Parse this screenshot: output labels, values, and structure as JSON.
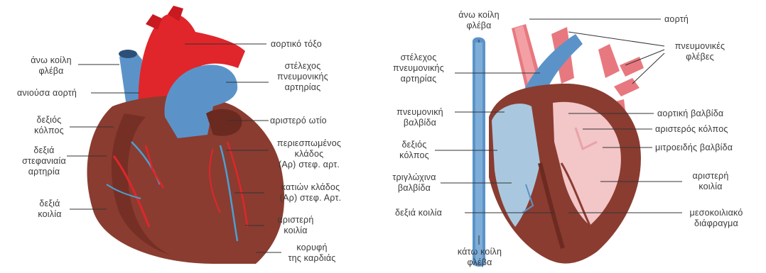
{
  "colors": {
    "muscle": "#8a3c30",
    "muscle_dark": "#5e2118",
    "aorta_red": "#e0262a",
    "vein_blue": "#5b93c9",
    "blue_light": "#a9c8df",
    "pink": "#f3c6c8",
    "pink_dark": "#e8a3a8",
    "leader": "#333333"
  },
  "diagram_left": {
    "labels": {
      "aortic_arch": "αορτικό τόξο",
      "superior_vena_cava": "άνω κοίλη\nφλέβα",
      "ascending_aorta": "ανιούσα αορτή",
      "pulmonary_trunk": "στέλεχος\nπνευμονικής\nαρτηρίας",
      "left_auricle": "αριστερό ωτίο",
      "right_atrium": "δεξιός\nκόλπος",
      "right_coronary": "δεξιά\nστεφανιαία\nαρτηρία",
      "circumflex": "περιεσπωμένος\nκλάδος\n(Αρ) στεφ. αρτ.",
      "descending_branch": "κατιών κλάδος\n(Αρ) στεφ. Αρτ.",
      "right_ventricle": "δεξιά\nκοιλία",
      "left_ventricle": "αριστερή\nκοιλία",
      "apex": "κορυφή\nτης καρδιάς"
    }
  },
  "diagram_right": {
    "labels": {
      "superior_vena_cava": "άνω κοίλη\nφλέβα",
      "aorta": "αορτή",
      "pulmonary_veins": "πνευμονικές\nφλέβες",
      "pulmonary_trunk": "στέλεχος\nπνευμονικής\nαρτηρίας",
      "pulmonary_valve": "πνευμονική\nβαλβίδα",
      "aortic_valve": "αορτική βαλβίδα",
      "left_atrium": "αριστερός κόλπος",
      "mitral_valve": "μιτροειδής βαλβίδα",
      "right_atrium": "δεξιός\nκόλπος",
      "tricuspid_valve": "τριγλώχινα\nβαλβίδα",
      "left_ventricle": "αριστερή\nκοιλία",
      "right_ventricle": "δεξιά κοιλία",
      "septum": "μεσοκοιλιακό\nδιάφραγμα",
      "inferior_vena_cava": "κάτω κοίλη\nφλέβα"
    }
  }
}
